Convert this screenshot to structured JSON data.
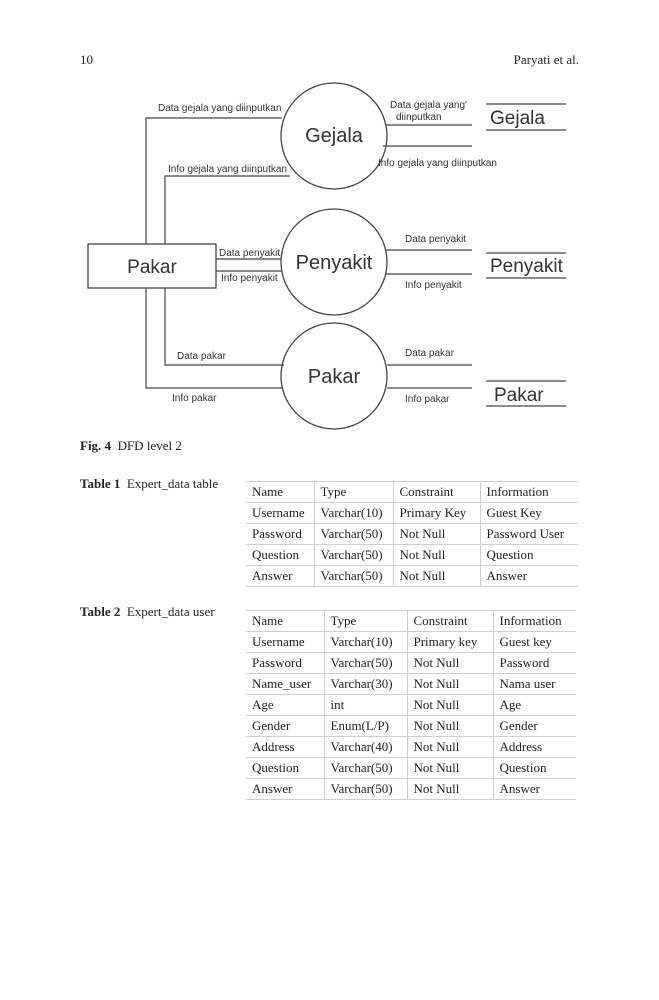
{
  "header": {
    "page_number": "10",
    "authors": "Paryati et al."
  },
  "diagram": {
    "processes": [
      {
        "label": "Gejala"
      },
      {
        "label": "Penyakit"
      },
      {
        "label": "Pakar"
      }
    ],
    "entity": "Pakar",
    "stores": [
      "Gejala",
      "Penyakit",
      "Pakar"
    ],
    "flows": {
      "gejala_in": "Data gejala yang diinputkan",
      "gejala_out": "Info gejala yang diinputkan",
      "gejala_store_in_1": "Data gejala yang'",
      "gejala_store_in_2": "diinputkan",
      "gejala_store_out": "Info gejala yang diinputkan",
      "penyakit_in": "Data penyakit",
      "penyakit_out": "Info penyakit",
      "penyakit_store_in": "Data penyakit",
      "penyakit_store_out": "Info penyakit",
      "pakar_in": "Data pakar",
      "pakar_out": "Info pakar",
      "pakar_store_in": "Data pakar",
      "pakar_store_out": "Info pakar"
    }
  },
  "figure": {
    "label": "Fig. 4",
    "caption": "DFD level 2"
  },
  "table1": {
    "label": "Table 1",
    "caption": "Expert_data table",
    "headers": [
      "Name",
      "Type",
      "Constraint",
      "Information"
    ],
    "rows": [
      [
        "Username",
        "Varchar(10)",
        "Primary Key",
        "Guest Key"
      ],
      [
        "Password",
        "Varchar(50)",
        "Not Null",
        "Password User"
      ],
      [
        "Question",
        "Varchar(50)",
        "Not Null",
        "Question"
      ],
      [
        "Answer",
        "Varchar(50)",
        "Not Null",
        "Answer"
      ]
    ]
  },
  "table2": {
    "label": "Table 2",
    "caption": "Expert_data user",
    "headers": [
      "Name",
      "Type",
      "Constraint",
      "Information"
    ],
    "rows": [
      [
        "Username",
        "Varchar(10)",
        "Primary key",
        "Guest key"
      ],
      [
        "Password",
        "Varchar(50)",
        "Not Null",
        "Password"
      ],
      [
        "Name_user",
        "Varchar(30)",
        "Not Null",
        "Nama user"
      ],
      [
        "Age",
        "int",
        "Not Null",
        "Age"
      ],
      [
        "Gender",
        "Enum(L/P)",
        "Not Null",
        "Gender"
      ],
      [
        "Address",
        "Varchar(40)",
        "Not Null",
        "Address"
      ],
      [
        "Question",
        "Varchar(50)",
        "Not Null",
        "Question"
      ],
      [
        "Answer",
        "Varchar(50)",
        "Not Null",
        "Answer"
      ]
    ]
  }
}
